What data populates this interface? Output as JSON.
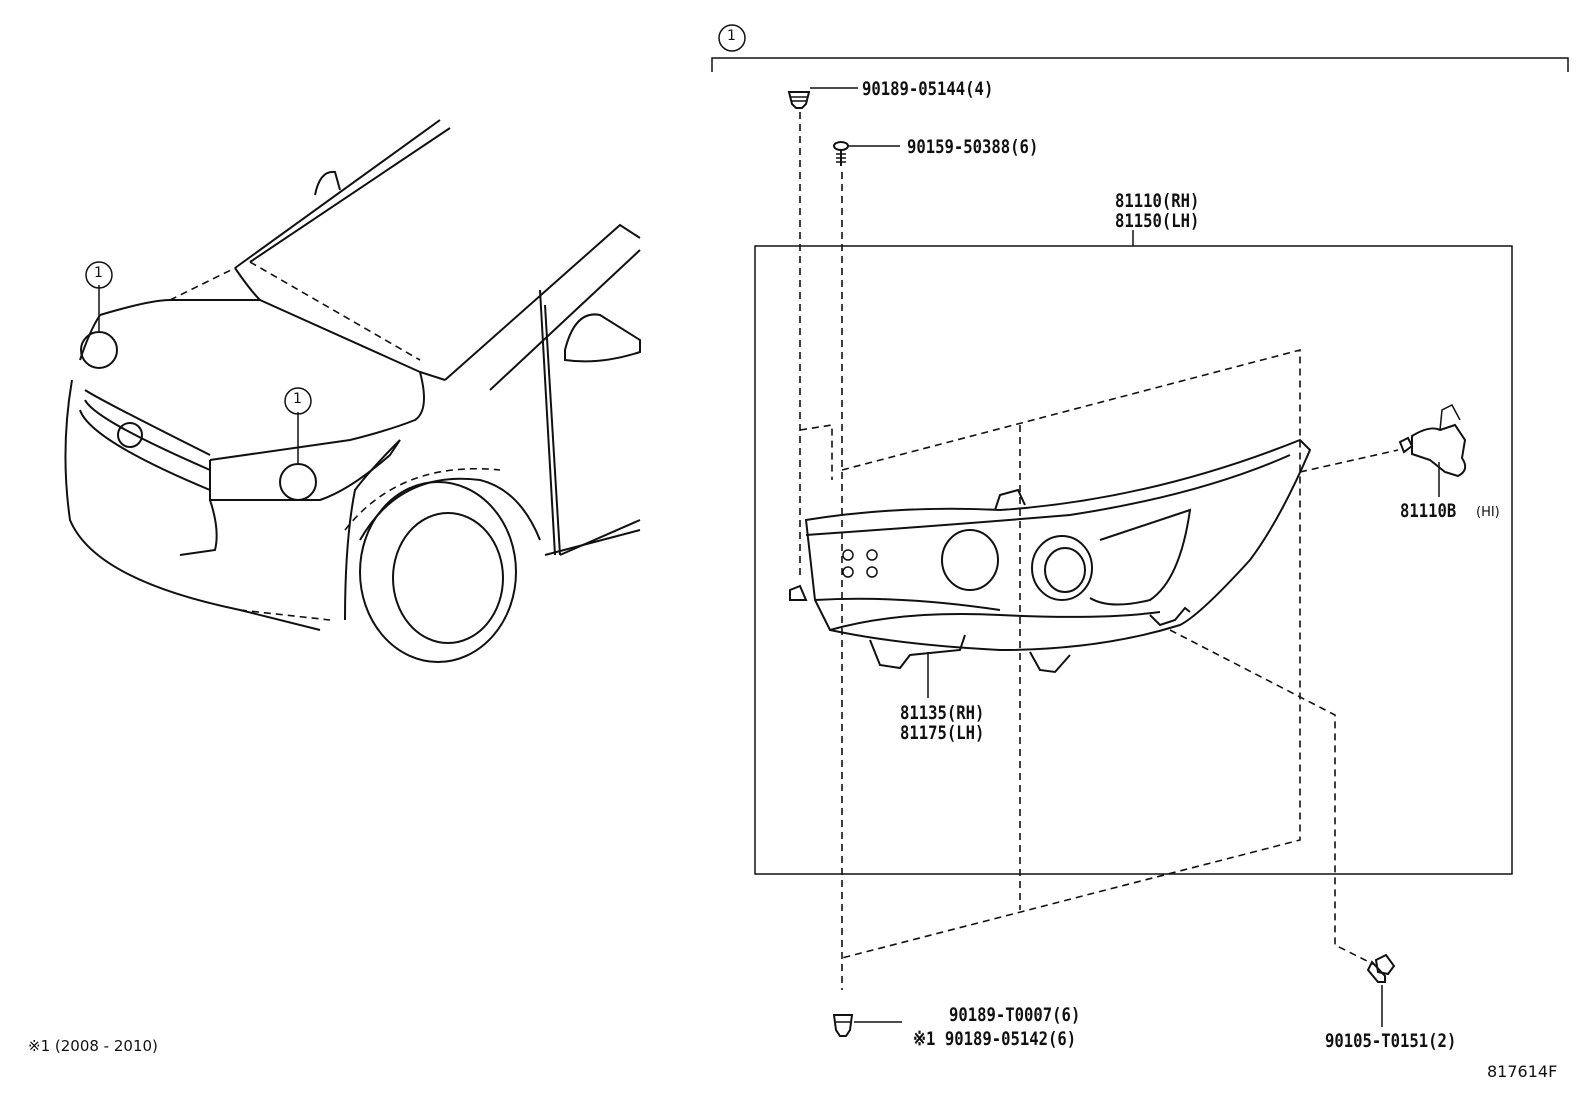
{
  "callout_ref": "1",
  "parts": {
    "clip_top": "90189-05144(4)",
    "screw_top": "90159-50388(6)",
    "assembly_rh": "81110(RH)",
    "assembly_lh": "81150(LH)",
    "bulb_part": "81110B",
    "bulb_note": "(HI)",
    "bracket_rh": "81135(RH)",
    "bracket_lh": "81175(LH)",
    "clip_bottom_a": "90189-T0007(6)",
    "clip_bottom_b": "※1 90189-05142(6)",
    "bolt_bottom": "90105-T0151(2)"
  },
  "footnote": "※1 (2008 - 2010)",
  "diagram_code": "817614F"
}
